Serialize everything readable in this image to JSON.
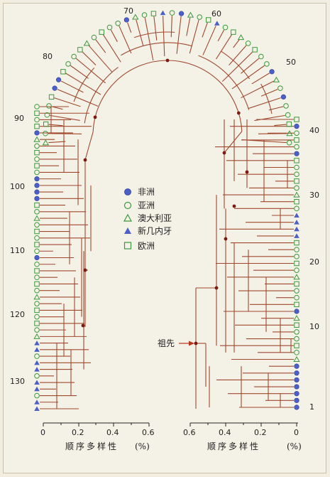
{
  "legend": [
    {
      "label": "非洲",
      "symbol": "circle-filled"
    },
    {
      "label": "亚洲",
      "symbol": "circle-open"
    },
    {
      "label": "澳大利亚",
      "symbol": "triangle-open"
    },
    {
      "label": "新几内牙",
      "symbol": "triangle-filled"
    },
    {
      "label": "欧洲",
      "symbol": "square-open"
    }
  ],
  "ancestor_label": "祖先",
  "left_axis": {
    "ticks": [
      "0",
      "0.2",
      "0.4",
      "0.6"
    ],
    "label": "顺序多样性",
    "unit": "(%)"
  },
  "right_axis": {
    "ticks": [
      "0.6",
      "0.4",
      "0.2",
      "0"
    ],
    "label": "顺序多样性",
    "unit": "(%)"
  },
  "leaf_numbers": [
    "1",
    "10",
    "20",
    "30",
    "40",
    "50",
    "60",
    "70",
    "80",
    "90",
    "100",
    "110",
    "120",
    "130"
  ],
  "colors": {
    "branch": "#a0482e",
    "node": "#7a1a10",
    "africa": "#4a5fc8",
    "asia": "#3a9a3a",
    "australia": "#3a9a3a",
    "new_guinea": "#4a5fc8",
    "europe": "#3a9a3a"
  }
}
